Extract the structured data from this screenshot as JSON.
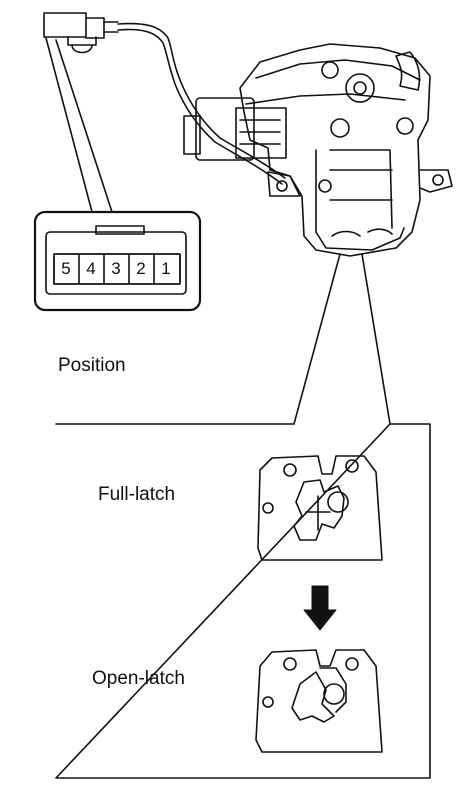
{
  "connector": {
    "pins": [
      "5",
      "4",
      "3",
      "2",
      "1"
    ]
  },
  "labels": {
    "position": "Position",
    "full_latch": "Full-latch",
    "open_latch": "Open-latch"
  },
  "colors": {
    "line": "#111111",
    "background": "#ffffff"
  },
  "icons": {
    "arrow": "arrow-down-icon"
  }
}
